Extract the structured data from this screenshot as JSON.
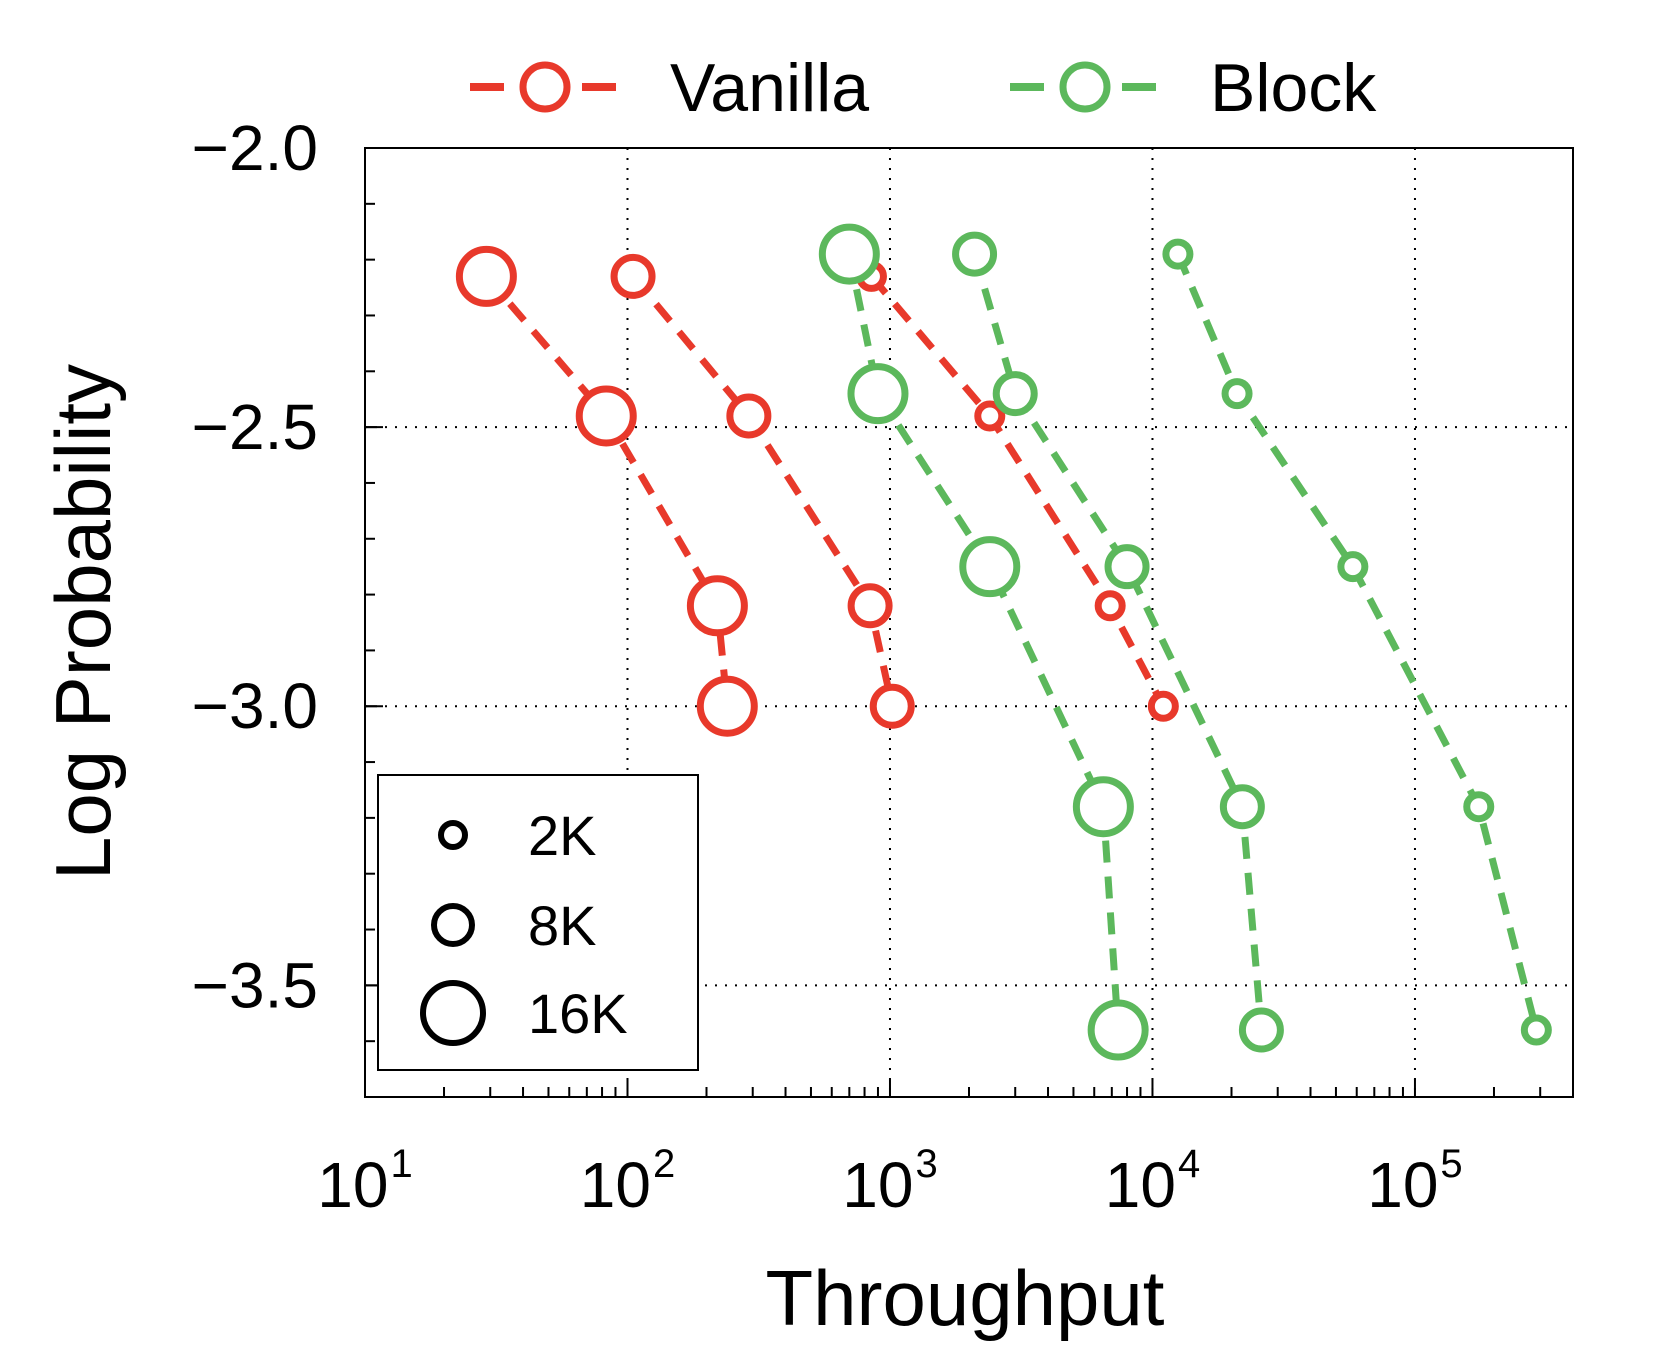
{
  "chart_data": {
    "type": "scatter",
    "xlabel": "Throughput",
    "ylabel": "Log Probability",
    "xscale": "log",
    "xlim": [
      10,
      400000
    ],
    "ylim": [
      -3.7,
      -2.0
    ],
    "grid": true,
    "x_ticks": [
      {
        "base": "10",
        "exp": "1",
        "value": 10
      },
      {
        "base": "10",
        "exp": "2",
        "value": 100
      },
      {
        "base": "10",
        "exp": "3",
        "value": 1000
      },
      {
        "base": "10",
        "exp": "4",
        "value": 10000
      },
      {
        "base": "10",
        "exp": "5",
        "value": 100000
      }
    ],
    "y_ticks": [
      {
        "label": "−2.0",
        "value": -2.0
      },
      {
        "label": "−2.5",
        "value": -2.5
      },
      {
        "label": "−3.0",
        "value": -3.0
      },
      {
        "label": "−3.5",
        "value": -3.5
      }
    ],
    "legend": {
      "placement": "top",
      "entries": [
        {
          "name": "Vanilla",
          "color": "#e8392b"
        },
        {
          "name": "Block",
          "color": "#5cb85c"
        }
      ]
    },
    "size_legend": {
      "placement": "bottom-left",
      "entries": [
        {
          "label": "2K",
          "size": "2K"
        },
        {
          "label": "8K",
          "size": "8K"
        },
        {
          "label": "16K",
          "size": "16K"
        }
      ]
    },
    "series": [
      {
        "name": "Vanilla",
        "color": "#e8392b",
        "size": "16K",
        "points": [
          {
            "x": 29,
            "y": -2.23
          },
          {
            "x": 83,
            "y": -2.48
          },
          {
            "x": 220,
            "y": -2.82
          },
          {
            "x": 240,
            "y": -3.0
          }
        ]
      },
      {
        "name": "Vanilla",
        "color": "#e8392b",
        "size": "8K",
        "points": [
          {
            "x": 105,
            "y": -2.23
          },
          {
            "x": 290,
            "y": -2.48
          },
          {
            "x": 840,
            "y": -2.82
          },
          {
            "x": 1020,
            "y": -3.0
          }
        ]
      },
      {
        "name": "Vanilla",
        "color": "#e8392b",
        "size": "2K",
        "points": [
          {
            "x": 850,
            "y": -2.23
          },
          {
            "x": 2400,
            "y": -2.48
          },
          {
            "x": 6900,
            "y": -2.82
          },
          {
            "x": 11000,
            "y": -3.0
          }
        ]
      },
      {
        "name": "Block",
        "color": "#5cb85c",
        "size": "16K",
        "points": [
          {
            "x": 700,
            "y": -2.19
          },
          {
            "x": 900,
            "y": -2.44
          },
          {
            "x": 2400,
            "y": -2.75
          },
          {
            "x": 6500,
            "y": -3.18
          },
          {
            "x": 7400,
            "y": -3.58
          }
        ]
      },
      {
        "name": "Block",
        "color": "#5cb85c",
        "size": "8K",
        "points": [
          {
            "x": 2100,
            "y": -2.19
          },
          {
            "x": 3000,
            "y": -2.44
          },
          {
            "x": 8000,
            "y": -2.75
          },
          {
            "x": 22000,
            "y": -3.18
          },
          {
            "x": 26000,
            "y": -3.58
          }
        ]
      },
      {
        "name": "Block",
        "color": "#5cb85c",
        "size": "2K",
        "points": [
          {
            "x": 12500,
            "y": -2.19
          },
          {
            "x": 21000,
            "y": -2.44
          },
          {
            "x": 58000,
            "y": -2.75
          },
          {
            "x": 175000,
            "y": -3.18
          },
          {
            "x": 290000,
            "y": -3.58
          }
        ]
      }
    ]
  }
}
